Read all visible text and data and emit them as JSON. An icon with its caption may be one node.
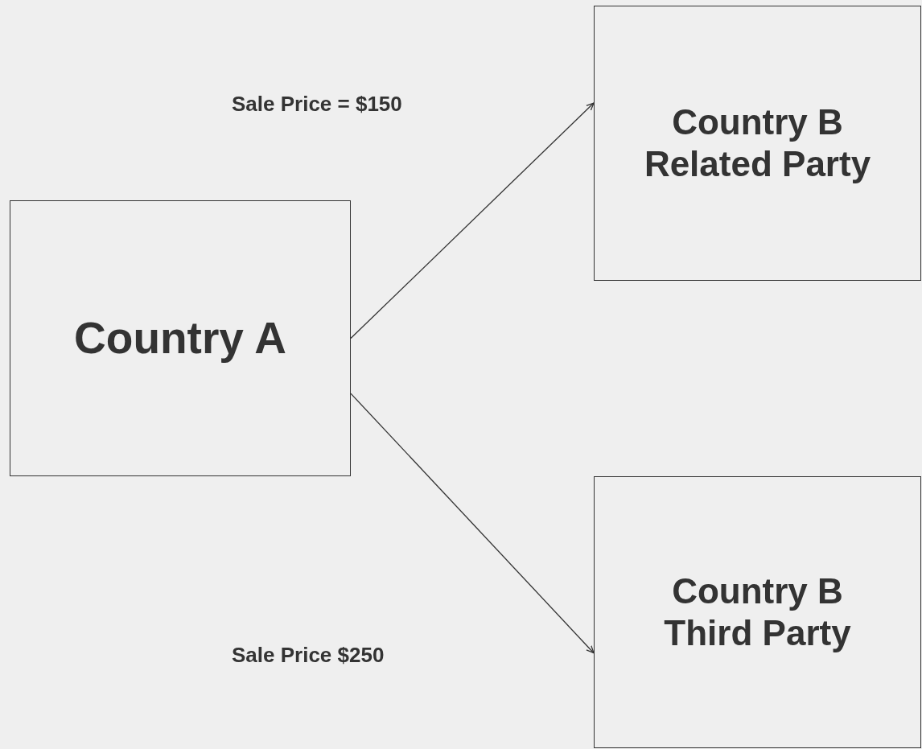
{
  "diagram": {
    "nodes": [
      {
        "text": [
          "Country A"
        ]
      },
      {
        "text": [
          "Country B Related Party"
        ]
      },
      {
        "text": [
          "Country B Third Party"
        ]
      }
    ],
    "edges": [
      {
        "from": 0,
        "to": 1,
        "arrow": "to"
      },
      {
        "from": 0,
        "to": 2,
        "arrow": "to"
      }
    ],
    "labels": [
      "Sale Price = $150",
      "Sale Price $250"
    ]
  }
}
